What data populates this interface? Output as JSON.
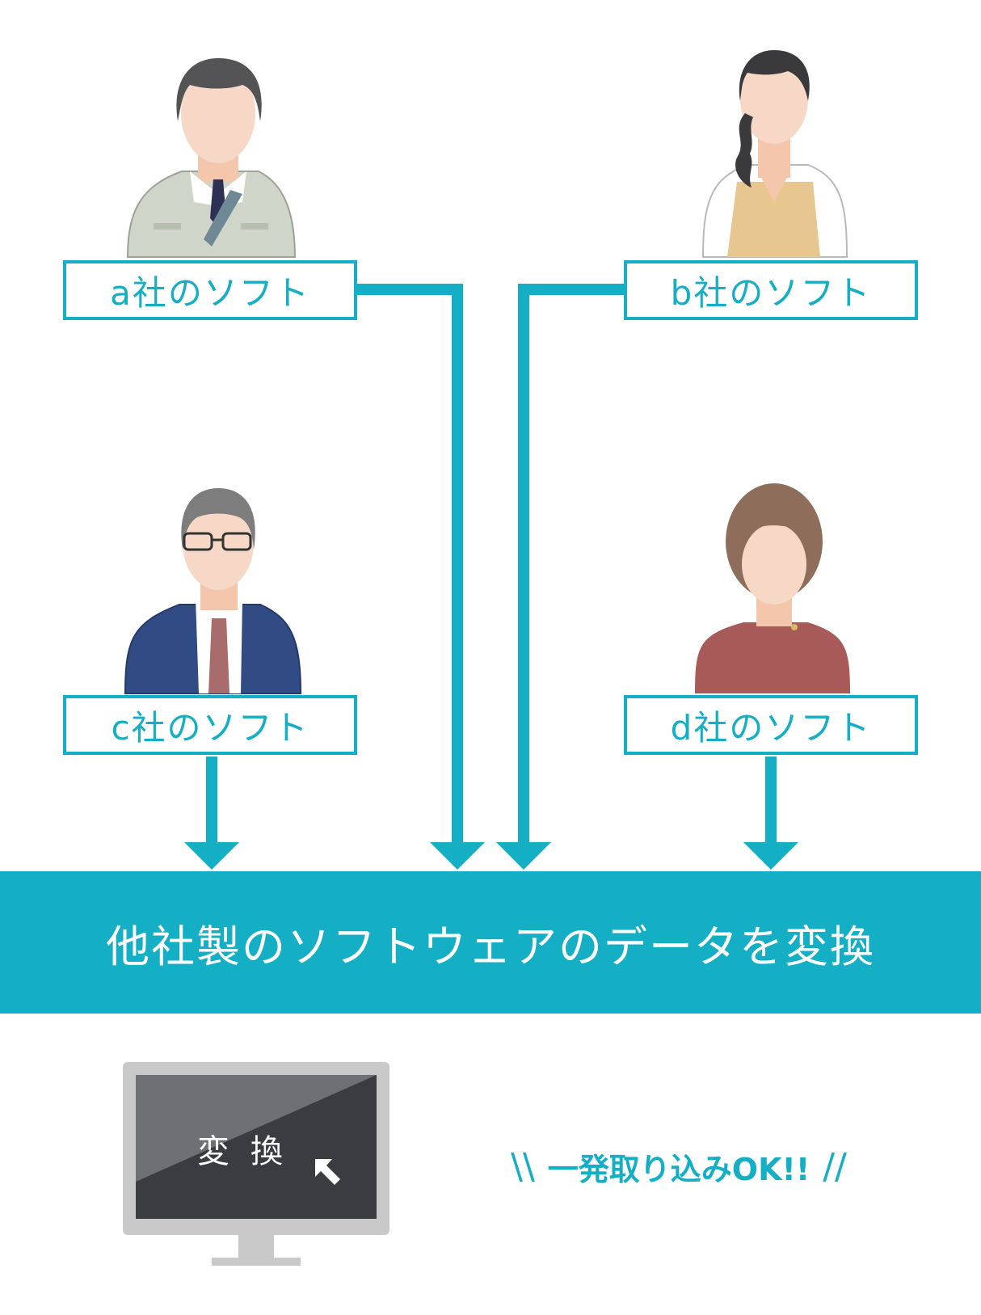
{
  "nodes": [
    {
      "id": "a",
      "label": "a社のソフト"
    },
    {
      "id": "b",
      "label": "b社のソフト"
    },
    {
      "id": "c",
      "label": "c社のソフト"
    },
    {
      "id": "d",
      "label": "d社のソフト"
    }
  ],
  "banner": {
    "text": "他社製のソフトウェアのデータを変換"
  },
  "monitor": {
    "screen_text": "変換"
  },
  "slogan": {
    "left_mark": "\\\\",
    "text": "一発取り込みOK!!",
    "right_mark": "//"
  },
  "colors": {
    "accent": "#14afc4",
    "skin": "#f7d8c6",
    "screen": "#3b3c40",
    "bezel": "#c9c9c9"
  },
  "icons": [
    "person-a-icon",
    "person-b-icon",
    "person-c-icon",
    "person-d-icon",
    "monitor-icon",
    "cursor-arrow-icon"
  ]
}
